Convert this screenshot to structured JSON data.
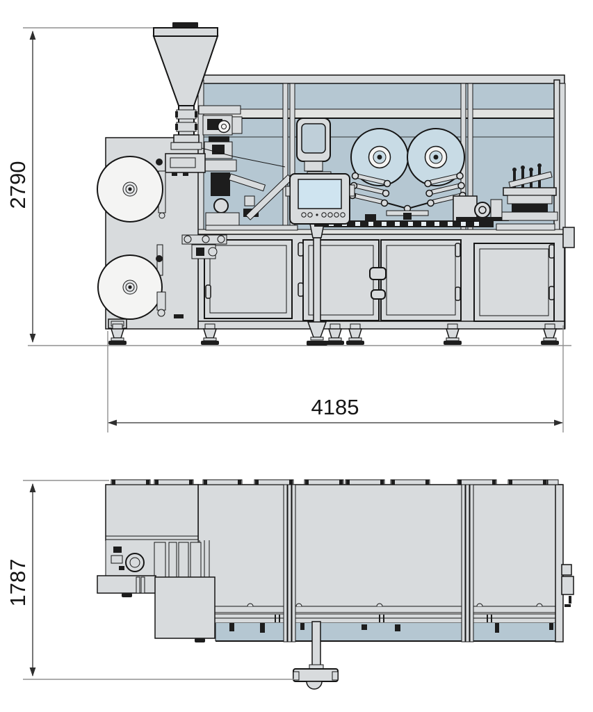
{
  "drawing": {
    "dimensions": {
      "height": {
        "value": "2790",
        "view": "front-elevation",
        "orientation": "vertical"
      },
      "length": {
        "value": "4185",
        "view": "front-elevation",
        "orientation": "horizontal"
      },
      "depth": {
        "value": "1787",
        "view": "top-plan",
        "orientation": "vertical"
      }
    },
    "colors": {
      "outline": "#151515",
      "panel_gray": "#d8dbdd",
      "panel_gray_2": "#c7cbce",
      "rail_gray": "#e2e3e1",
      "glass_blue": "#b5c7d2",
      "glass_blue_light": "#bfcfd9",
      "reel_blue": "#c8dbe5",
      "reel_white": "#f4f4f3",
      "screen_blue": "#cfe4f0",
      "dark_part": "#1d1d1d",
      "dimension_line": "#2e2e2e",
      "extension_line": "#909090",
      "background": "#ffffff"
    }
  }
}
